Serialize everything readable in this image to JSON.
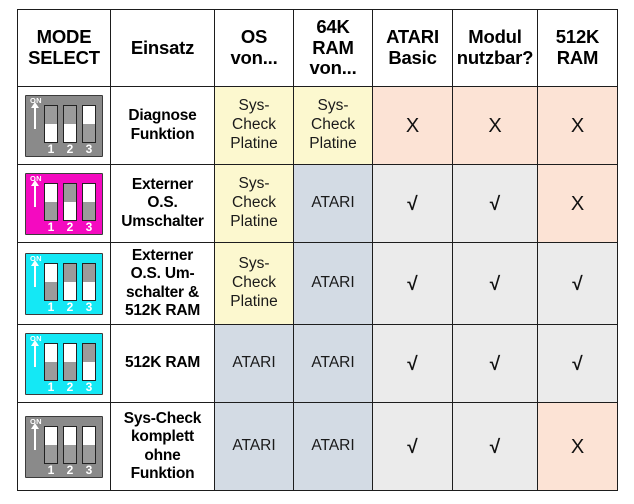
{
  "table": {
    "title": "MODE SELECT",
    "headers": [
      {
        "id": "mode-select",
        "lines": [
          "MODE",
          "SELECT"
        ]
      },
      {
        "id": "einsatz",
        "lines": [
          "Einsatz"
        ]
      },
      {
        "id": "os-von",
        "lines": [
          "OS",
          "von..."
        ]
      },
      {
        "id": "ram64-von",
        "lines": [
          "64K",
          "RAM",
          "von..."
        ]
      },
      {
        "id": "atari-basic",
        "lines": [
          "ATARI",
          "Basic"
        ]
      },
      {
        "id": "modul-nutzbar",
        "lines": [
          "Modul",
          "nutzbar?"
        ]
      },
      {
        "id": "ram512",
        "lines": [
          "512K",
          "RAM"
        ]
      }
    ],
    "rows": [
      {
        "id": "row-diagnose",
        "dip": {
          "body_color": "grey",
          "on_label": "ON",
          "switches": [
            {
              "num": "1",
              "state": "off"
            },
            {
              "num": "2",
              "state": "off"
            },
            {
              "num": "3",
              "state": "on"
            }
          ]
        },
        "einsatz": [
          "Diagnose",
          "Funktion"
        ],
        "os_von": [
          "Sys-",
          "Check",
          "Platine"
        ],
        "os_von_fill": "yellow",
        "ram64_von": [
          "Sys-",
          "Check",
          "Platine"
        ],
        "ram64_von_fill": "yellow",
        "atari_basic": "X",
        "atari_basic_fill": "peach",
        "modul_nutzbar": "X",
        "modul_nutzbar_fill": "peach",
        "ram512": "X",
        "ram512_fill": "peach"
      },
      {
        "id": "row-externer-os",
        "dip": {
          "body_color": "magenta",
          "on_label": "ON",
          "switches": [
            {
              "num": "1",
              "state": "on"
            },
            {
              "num": "2",
              "state": "off"
            },
            {
              "num": "3",
              "state": "on"
            }
          ]
        },
        "einsatz": [
          "Externer",
          "O.S.",
          "Umschalter"
        ],
        "os_von": [
          "Sys-",
          "Check",
          "Platine"
        ],
        "os_von_fill": "yellow",
        "ram64_von": [
          "ATARI"
        ],
        "ram64_von_fill": "bluegrey",
        "atari_basic": "√",
        "atari_basic_fill": "grey",
        "modul_nutzbar": "√",
        "modul_nutzbar_fill": "grey",
        "ram512": "X",
        "ram512_fill": "peach"
      },
      {
        "id": "row-externer-os-512k",
        "dip": {
          "body_color": "cyan",
          "on_label": "ON",
          "switches": [
            {
              "num": "1",
              "state": "on"
            },
            {
              "num": "2",
              "state": "off"
            },
            {
              "num": "3",
              "state": "off"
            }
          ]
        },
        "einsatz": [
          "Externer",
          "O.S. Um-",
          "schalter &",
          "512K RAM"
        ],
        "os_von": [
          "Sys-",
          "Check",
          "Platine"
        ],
        "os_von_fill": "yellow",
        "ram64_von": [
          "ATARI"
        ],
        "ram64_von_fill": "bluegrey",
        "atari_basic": "√",
        "atari_basic_fill": "grey",
        "modul_nutzbar": "√",
        "modul_nutzbar_fill": "grey",
        "ram512": "√",
        "ram512_fill": "grey"
      },
      {
        "id": "row-512k-ram",
        "dip": {
          "body_color": "cyan",
          "on_label": "ON",
          "switches": [
            {
              "num": "1",
              "state": "on"
            },
            {
              "num": "2",
              "state": "on"
            },
            {
              "num": "3",
              "state": "off"
            }
          ]
        },
        "einsatz": [
          "512K RAM"
        ],
        "os_von": [
          "ATARI"
        ],
        "os_von_fill": "bluegrey",
        "ram64_von": [
          "ATARI"
        ],
        "ram64_von_fill": "bluegrey",
        "atari_basic": "√",
        "atari_basic_fill": "grey",
        "modul_nutzbar": "√",
        "modul_nutzbar_fill": "grey",
        "ram512": "√",
        "ram512_fill": "grey"
      },
      {
        "id": "row-syscheck-komplett",
        "dip": {
          "body_color": "grey",
          "on_label": "ON",
          "switches": [
            {
              "num": "1",
              "state": "on"
            },
            {
              "num": "2",
              "state": "on"
            },
            {
              "num": "3",
              "state": "on"
            }
          ]
        },
        "einsatz": [
          "Sys-Check",
          "komplett",
          "ohne",
          "Funktion"
        ],
        "os_von": [
          "ATARI"
        ],
        "os_von_fill": "bluegrey",
        "ram64_von": [
          "ATARI"
        ],
        "ram64_von_fill": "bluegrey",
        "atari_basic": "√",
        "atari_basic_fill": "grey",
        "modul_nutzbar": "√",
        "modul_nutzbar_fill": "grey",
        "ram512": "X",
        "ram512_fill": "peach"
      }
    ]
  },
  "colors": {
    "yellow": "#fcf8cf",
    "bluegrey": "#d3dbe4",
    "grey": "#ebebeb",
    "peach": "#fce3d5",
    "white": "#ffffff",
    "dip_grey": "#8a8a8a",
    "dip_magenta": "#f40ac0",
    "dip_cyan": "#14e8f5",
    "border": "#1d1d1d",
    "text": "#000000"
  }
}
